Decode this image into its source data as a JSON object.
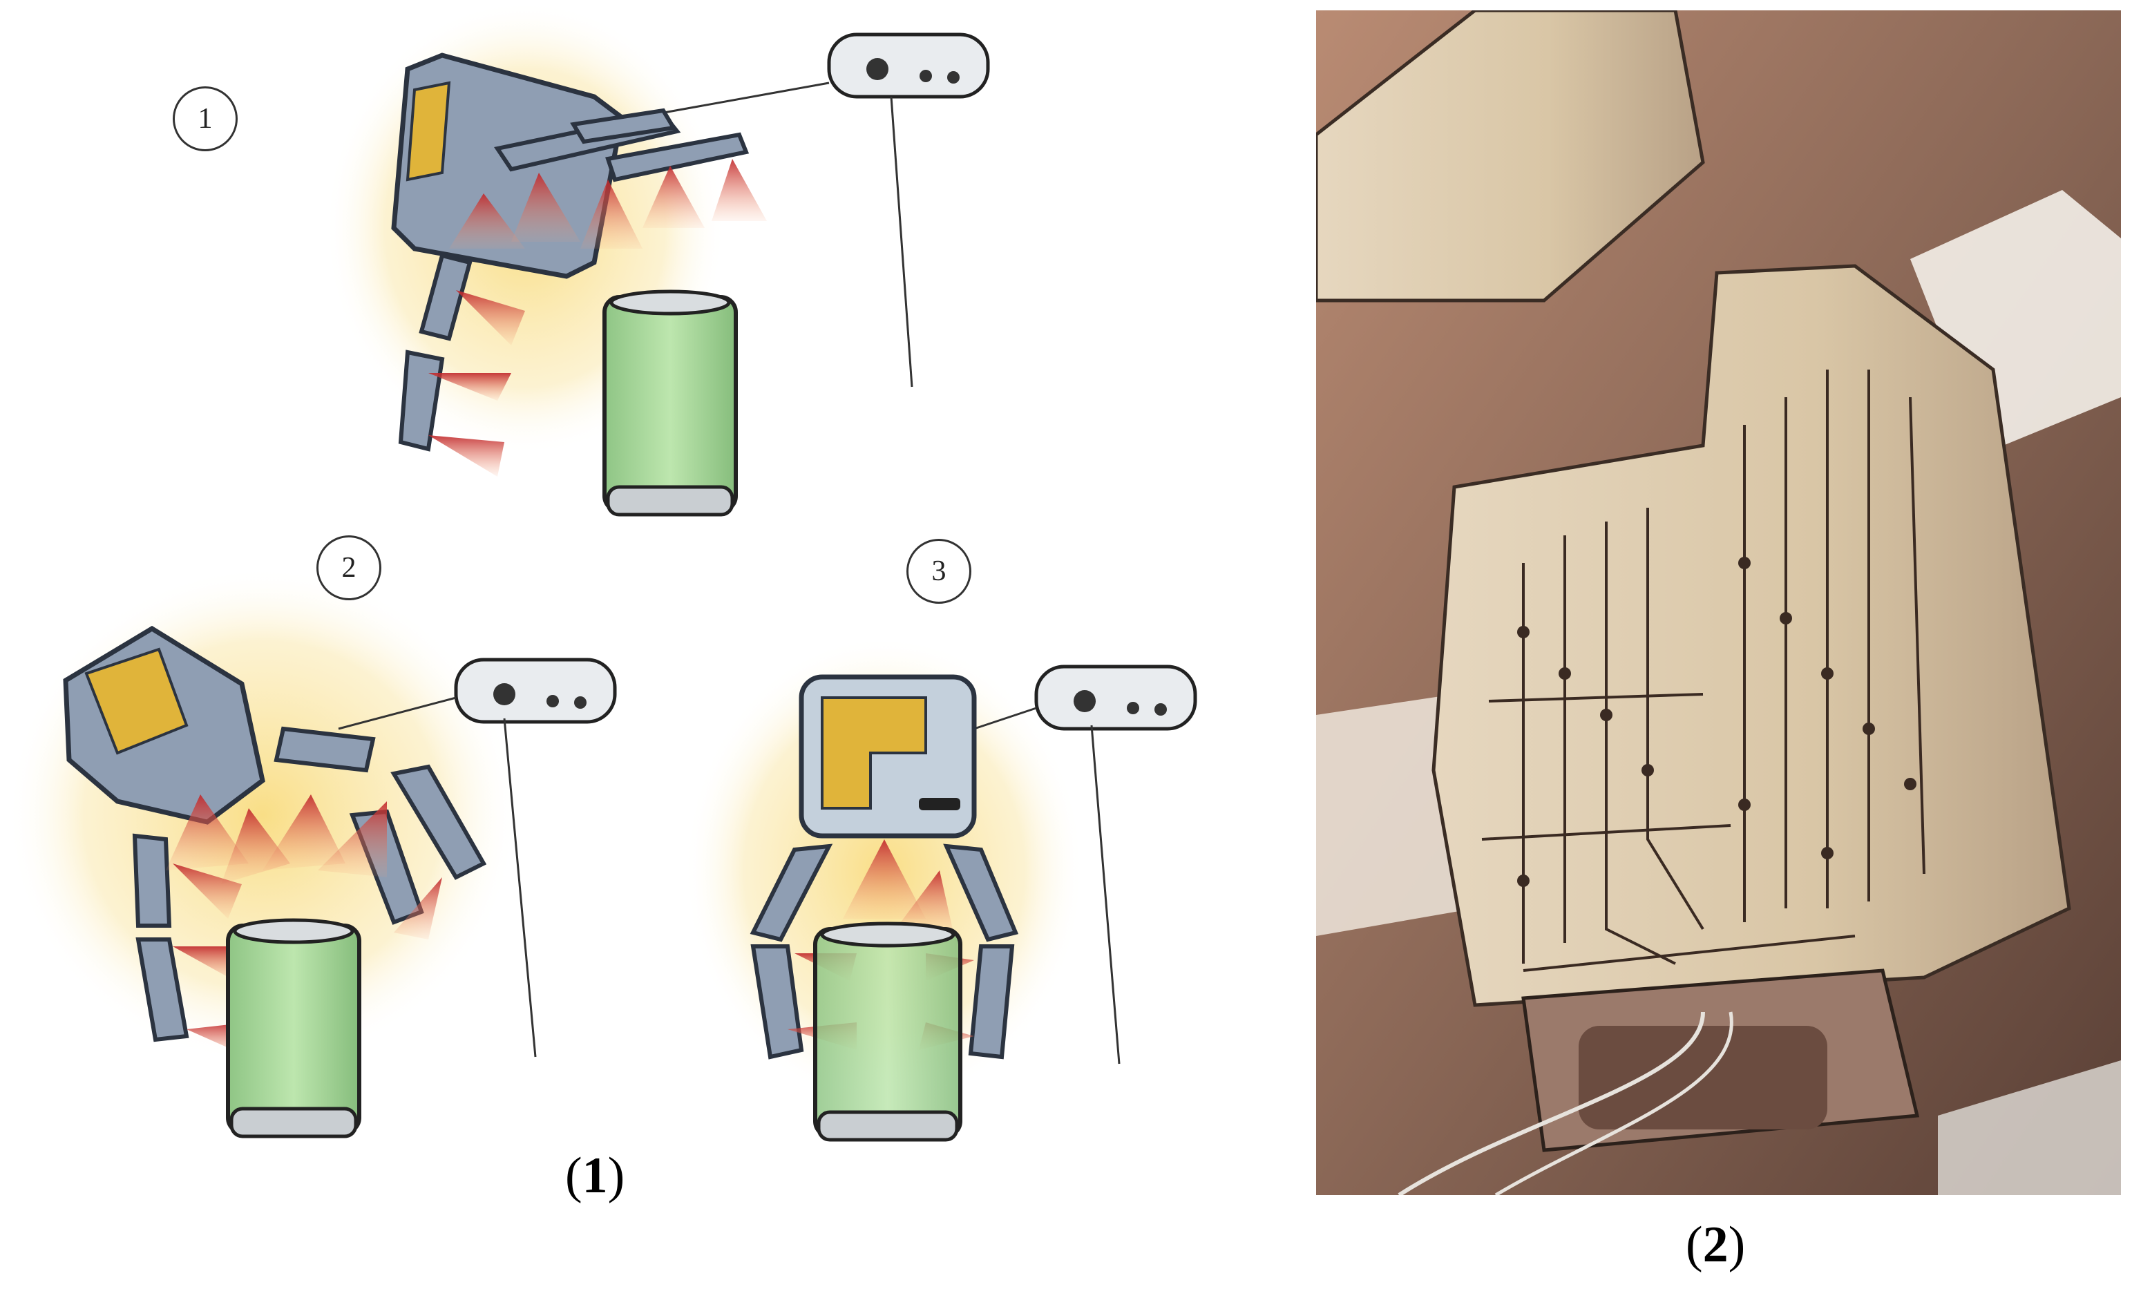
{
  "figure": {
    "left_panel": {
      "caption_open": "(",
      "caption_num": "1",
      "caption_close": ")",
      "steps": [
        {
          "label": "1"
        },
        {
          "label": "2"
        },
        {
          "label": "3"
        }
      ]
    },
    "right_panel": {
      "caption_open": "(",
      "caption_num": "2",
      "caption_close": ")"
    }
  },
  "colors": {
    "robot_body": "#8f9eb3",
    "robot_outline": "#2b3340",
    "tactile_pad": "#e0b43a",
    "can_green": "#a8d89a",
    "glow": "#f7d35e",
    "sensing_ray": "#e8583a",
    "photo_base": "#7a5846"
  }
}
